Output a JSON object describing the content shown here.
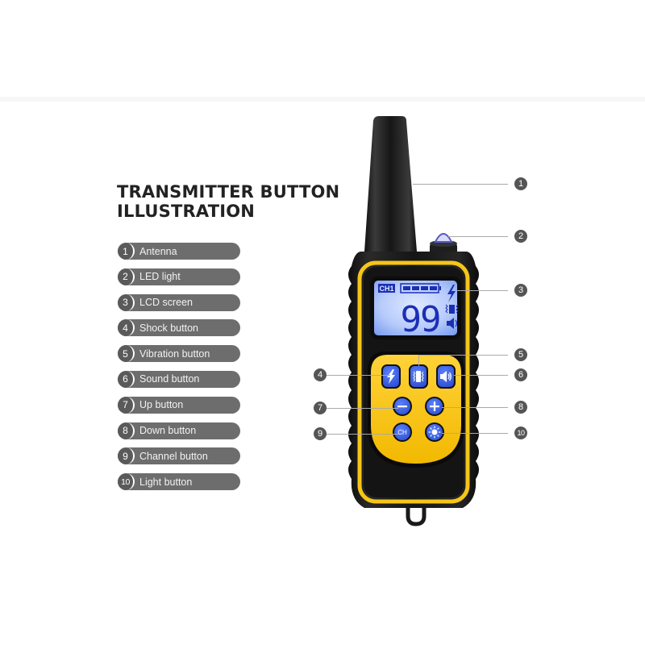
{
  "title": {
    "line1": "TRANSMITTER BUTTON",
    "line2": "ILLUSTRATION"
  },
  "legend": [
    {
      "num": "1",
      "label": "Antenna"
    },
    {
      "num": "2",
      "label": "LED light"
    },
    {
      "num": "3",
      "label": "LCD screen"
    },
    {
      "num": "4",
      "label": "Shock button"
    },
    {
      "num": "5",
      "label": "Vibration button"
    },
    {
      "num": "6",
      "label": "Sound button"
    },
    {
      "num": "7",
      "label": "Up button"
    },
    {
      "num": "8",
      "label": "Down button"
    },
    {
      "num": "9",
      "label": "Channel button"
    },
    {
      "num": "10",
      "label": "Light button"
    }
  ],
  "markers": {
    "m1": "1",
    "m2": "2",
    "m3": "3",
    "m4": "4",
    "m5": "5",
    "m6": "6",
    "m7": "7",
    "m8": "8",
    "m9": "9",
    "m10": "10"
  },
  "lcd": {
    "channel": "CH1",
    "level": "99",
    "battery_bars": 4
  },
  "buttons": {
    "shock_icon": "lightning-bolt",
    "vibration_icon": "vibrate",
    "sound_icon": "speaker",
    "minus_icon": "minus",
    "plus_icon": "plus",
    "channel_label": "CH",
    "light_icon": "sun"
  },
  "colors": {
    "device_body": "#1a1a1a",
    "accent_yellow": "#f5c518",
    "button_blue": "#3b5fe0",
    "lcd_bg": "#b9cdfb",
    "lcd_ink": "#1b2fb5",
    "label_pill": "#6d6d6d",
    "marker": "#555555"
  }
}
